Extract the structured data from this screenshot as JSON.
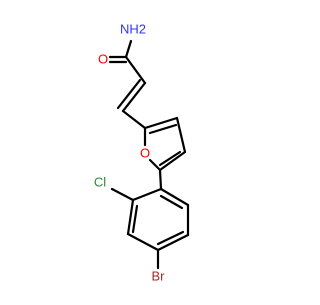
{
  "molecule": {
    "atom_labels": {
      "nh2": "NH2",
      "o_carbonyl": "O",
      "o_furan": "O",
      "cl": "Cl",
      "br": "Br"
    },
    "colors": {
      "bond": "#000000",
      "nitrogen": "#3333ff",
      "oxygen": "#ff0000",
      "chlorine": "#2e8b2e",
      "bromine": "#a52a2a"
    }
  }
}
